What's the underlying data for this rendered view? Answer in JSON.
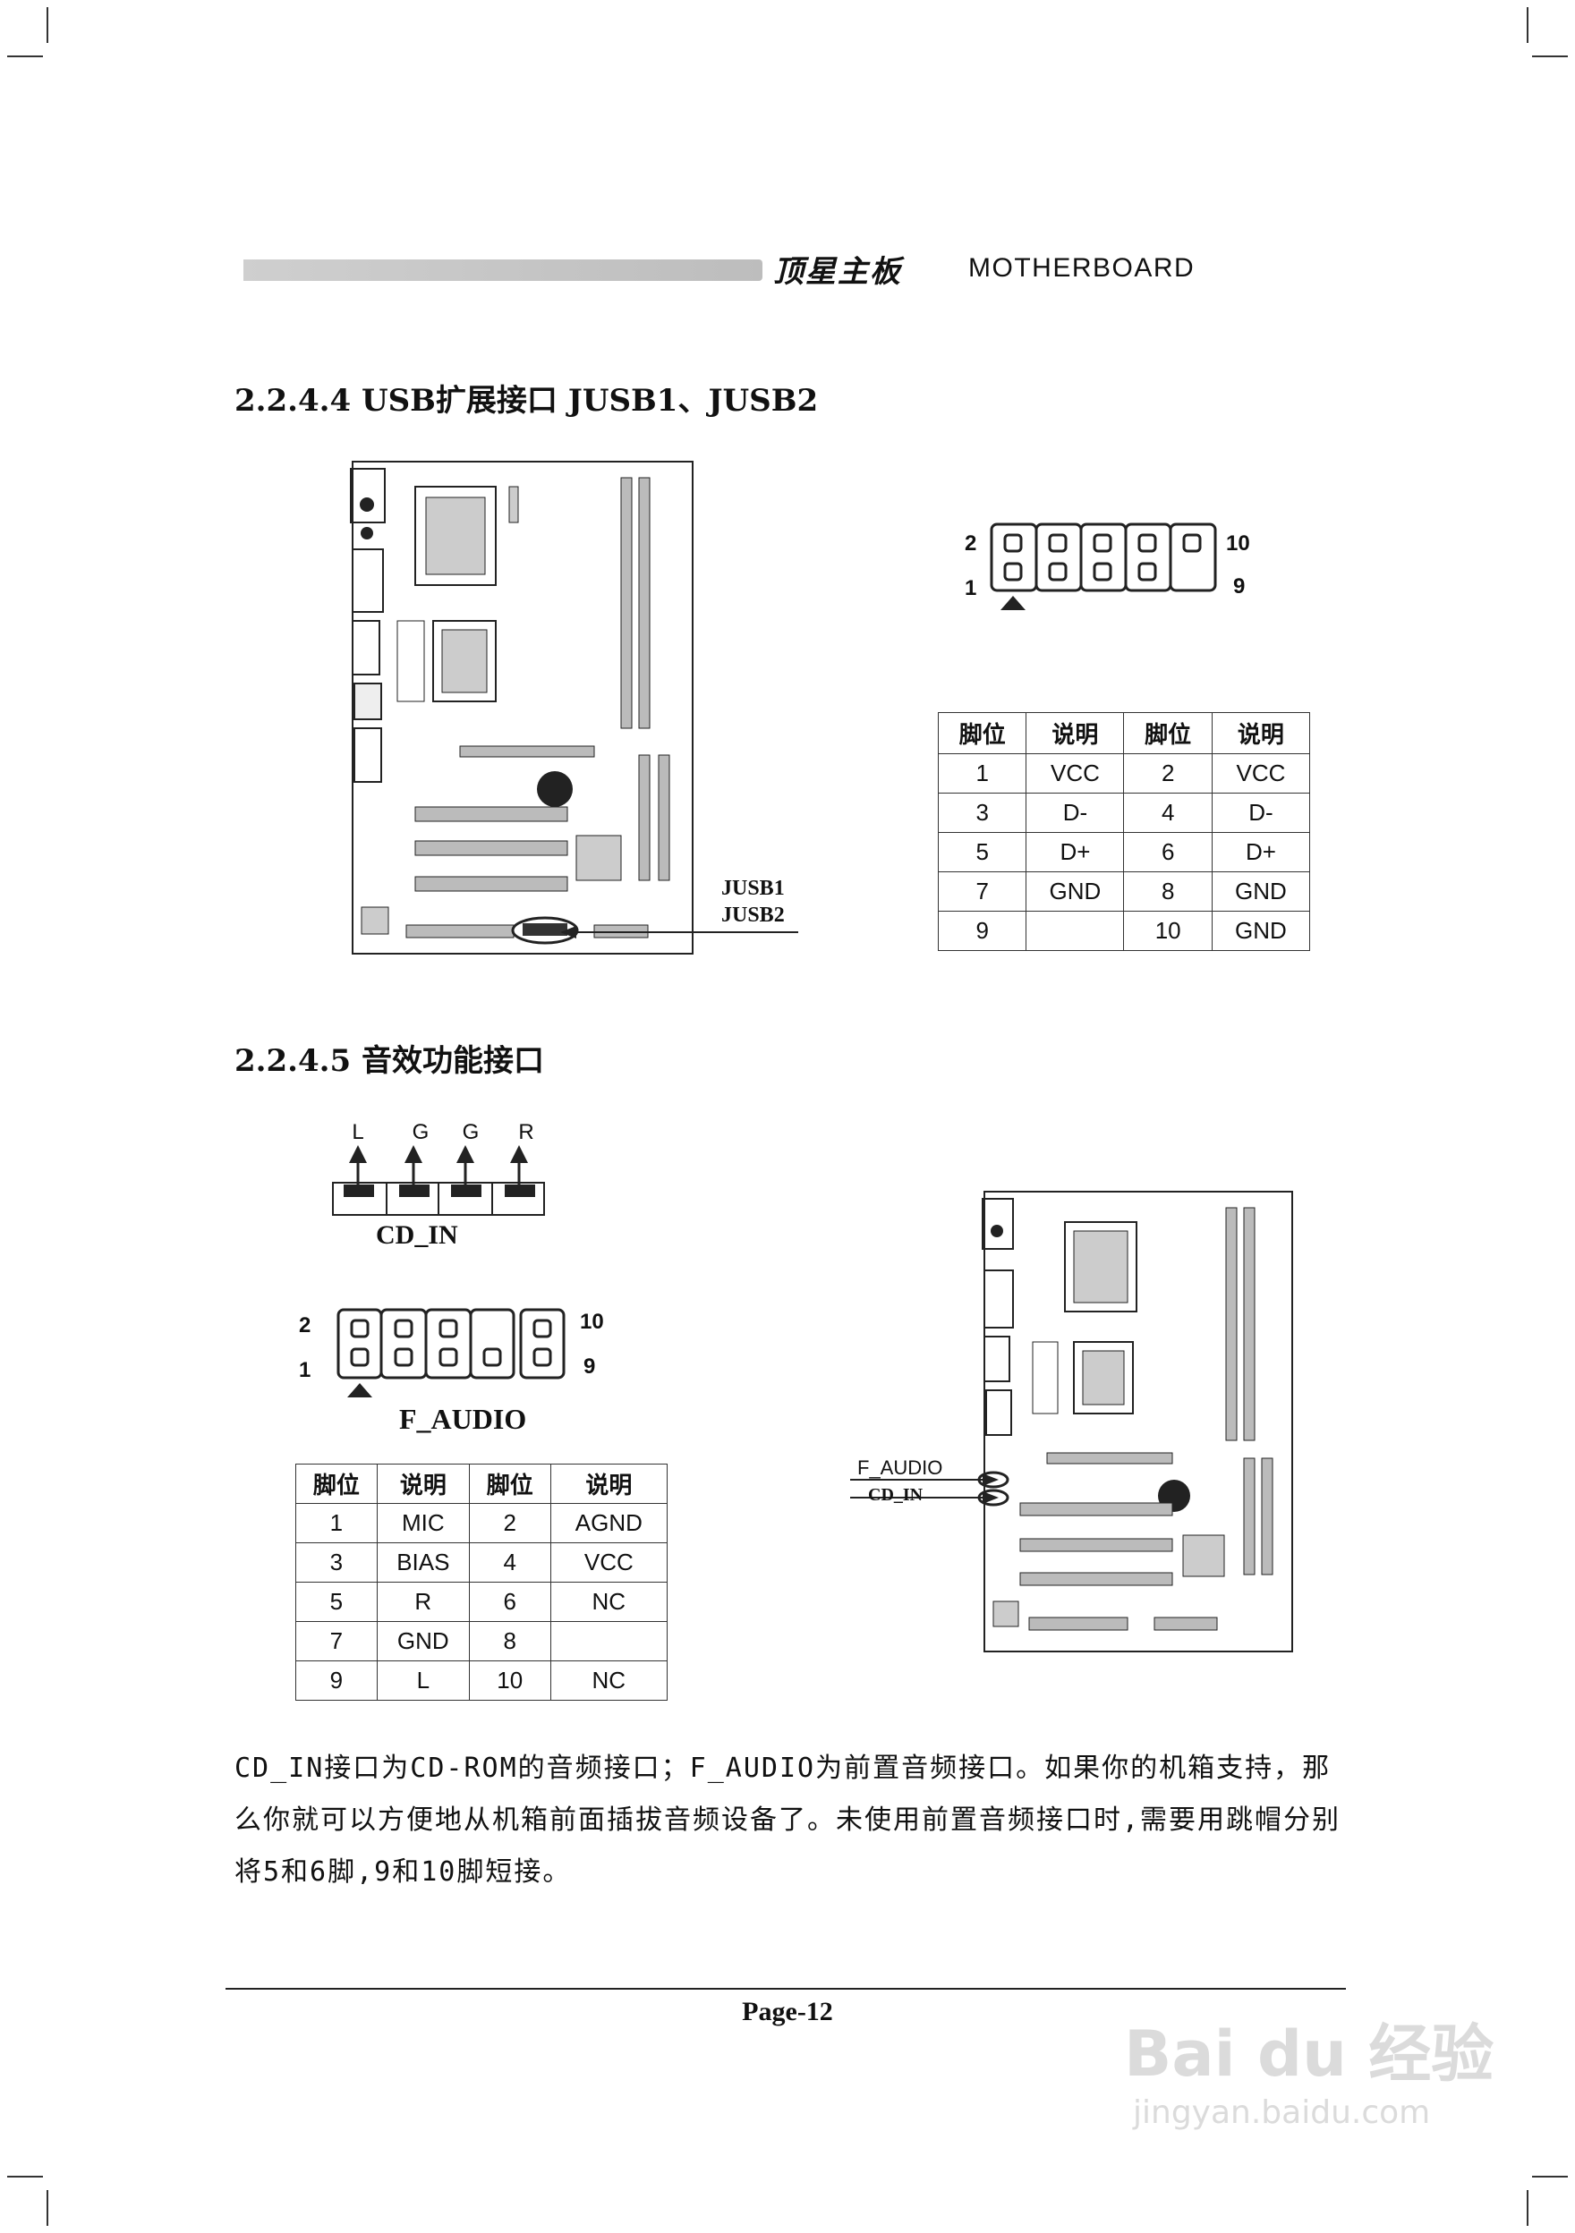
{
  "header": {
    "brand_cn": "顶星主板",
    "brand_en": "MOTHERBOARD"
  },
  "usb_section": {
    "title": "2.2.4.4 USB扩展接口 JUSB1、JUSB2",
    "pin_labels": {
      "top_left": "2",
      "bottom_left": "1",
      "top_right": "10",
      "bottom_right": "9"
    },
    "board_labels": [
      "JUSB1",
      "JUSB2"
    ],
    "table": {
      "headers": [
        "脚位",
        "说明",
        "脚位",
        "说明"
      ],
      "rows": [
        [
          "1",
          "VCC",
          "2",
          "VCC"
        ],
        [
          "3",
          "D-",
          "4",
          "D-"
        ],
        [
          "5",
          "D+",
          "6",
          "D+"
        ],
        [
          "7",
          "GND",
          "8",
          "GND"
        ],
        [
          "9",
          "",
          "10",
          "GND"
        ]
      ]
    }
  },
  "audio_section": {
    "title": "2.2.4.5 音效功能接口",
    "cd_in": {
      "pins": [
        "L",
        "G",
        "G",
        "R"
      ],
      "name": "CD_IN"
    },
    "f_audio": {
      "pin_labels": {
        "top_left": "2",
        "bottom_left": "1",
        "top_right": "10",
        "bottom_right": "9"
      },
      "name": "F_AUDIO"
    },
    "board_labels": [
      "F_AUDIO",
      "CD_IN"
    ],
    "table": {
      "headers": [
        "脚位",
        "说明",
        "脚位",
        "说明"
      ],
      "rows": [
        [
          "1",
          "MIC",
          "2",
          "AGND"
        ],
        [
          "3",
          "BIAS",
          "4",
          "VCC"
        ],
        [
          "5",
          "R",
          "6",
          "NC"
        ],
        [
          "7",
          "GND",
          "8",
          ""
        ],
        [
          "9",
          "L",
          "10",
          "NC"
        ]
      ]
    },
    "paragraph": "CD_IN接口为CD-ROM的音频接口；F_AUDIO为前置音频接口。如果你的机箱支持，那么你就可以方便地从机箱前面插拔音频设备了。未使用前置音频接口时,需要用跳帽分别将5和6脚,9和10脚短接。"
  },
  "footer": {
    "page": "Page-12"
  },
  "watermark": {
    "logo": "Bai du 经验",
    "url": "jingyan.baidu.com"
  }
}
